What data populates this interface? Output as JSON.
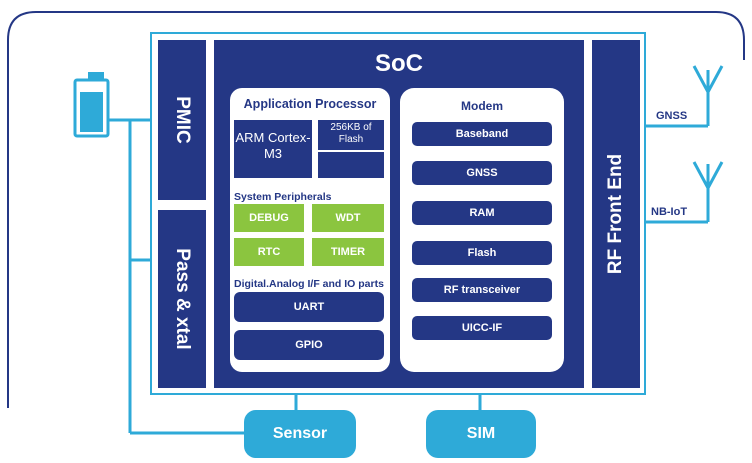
{
  "soc": {
    "title": "SoC"
  },
  "pmic": {
    "label": "PMIC"
  },
  "pass_xtal": {
    "label": "Pass & xtal"
  },
  "rf_front_end": {
    "label": "RF Front End"
  },
  "app_processor": {
    "title": "Application Processor",
    "cpu": "ARM Cortex-M3",
    "flash": "256KB of Flash",
    "peripherals_title": "System Peripherals",
    "peripherals": [
      "DEBUG",
      "WDT",
      "RTC",
      "TIMER"
    ],
    "io_title": "Digital.Analog I/F and IO parts",
    "io": [
      "UART",
      "GPIO"
    ]
  },
  "modem": {
    "title": "Modem",
    "items": [
      "Baseband",
      "GNSS",
      "RAM",
      "Flash",
      "RF transceiver",
      "UICC-IF"
    ]
  },
  "antennas": {
    "gnss": "GNSS",
    "nbiot": "NB-IoT"
  },
  "external": {
    "sensor": "Sensor",
    "sim": "SIM"
  },
  "colors": {
    "navy": "#243785",
    "cyan": "#2eaad8",
    "green": "#8bc53f"
  }
}
